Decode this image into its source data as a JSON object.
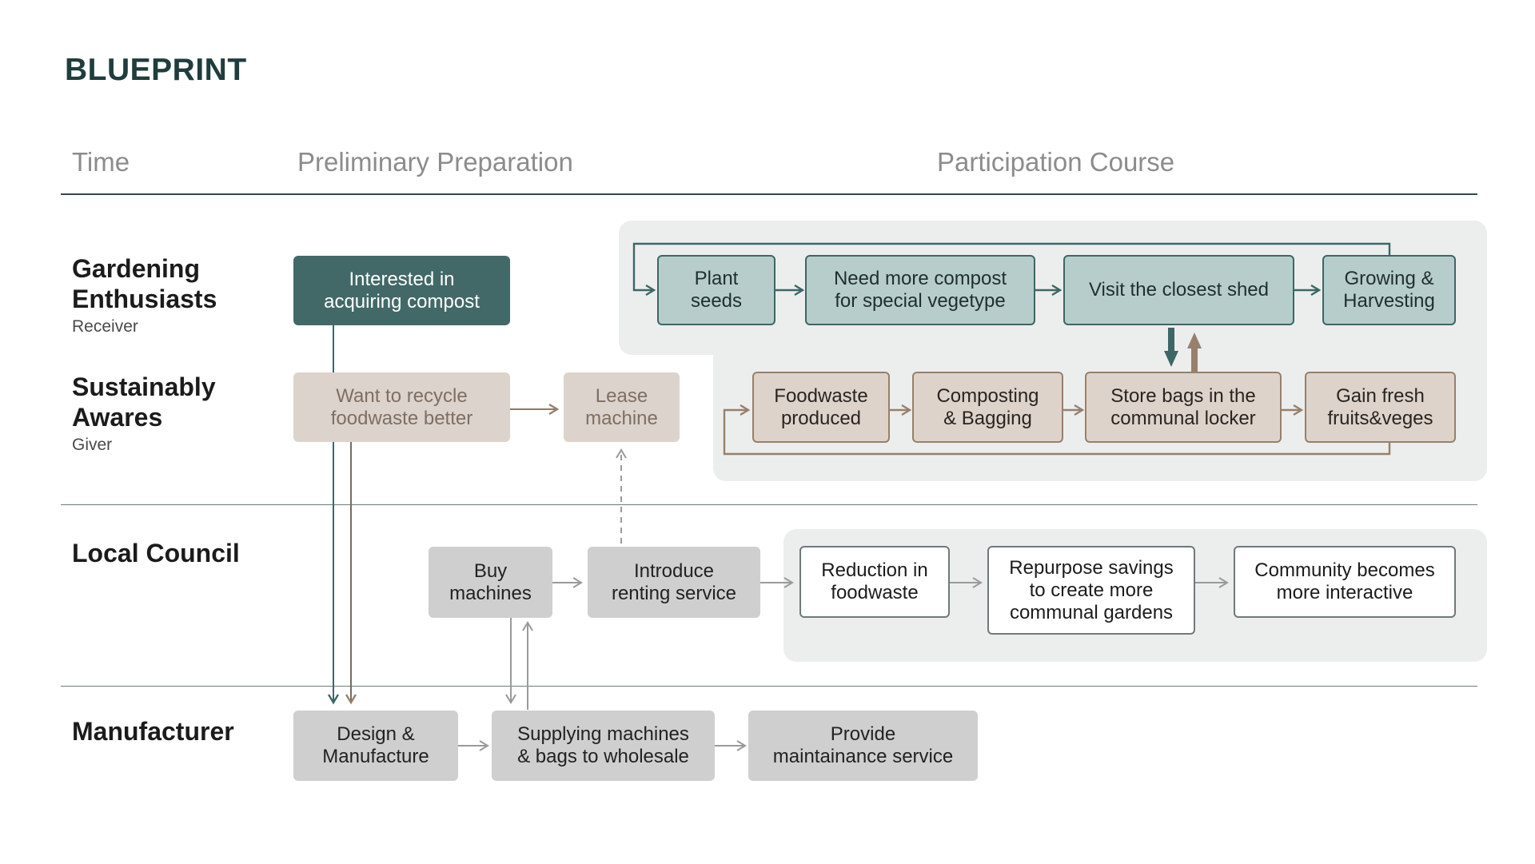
{
  "title": "BLUEPRINT",
  "headers": {
    "time": "Time",
    "preliminary": "Preliminary Preparation",
    "participation": "Participation Course"
  },
  "actors": [
    {
      "name_line1": "Gardening",
      "name_line2": "Enthusiasts",
      "role": "Receiver"
    },
    {
      "name_line1": "Sustainably",
      "name_line2": "Awares",
      "role": "Giver"
    },
    {
      "name_line1": "Local Council",
      "name_line2": "",
      "role": ""
    },
    {
      "name_line1": "Manufacturer",
      "name_line2": "",
      "role": ""
    }
  ],
  "nodes": {
    "interested": {
      "l1": "Interested in",
      "l2": "acquiring compost"
    },
    "plant_seeds": {
      "l1": "Plant",
      "l2": "seeds"
    },
    "need_compost": {
      "l1": "Need more compost",
      "l2": "for special vegetype"
    },
    "visit_shed": {
      "l1": "Visit the closest shed",
      "l2": ""
    },
    "growing": {
      "l1": "Growing &",
      "l2": "Harvesting"
    },
    "recycle": {
      "l1": "Want to recycle",
      "l2": "foodwaste better"
    },
    "lease": {
      "l1": "Lease",
      "l2": "machine"
    },
    "foodwaste": {
      "l1": "Foodwaste",
      "l2": "produced"
    },
    "composting": {
      "l1": "Composting",
      "l2": "& Bagging"
    },
    "store_bags": {
      "l1": "Store bags in the",
      "l2": "communal locker"
    },
    "gain_fresh": {
      "l1": "Gain fresh",
      "l2": "fruits&veges"
    },
    "buy": {
      "l1": "Buy",
      "l2": "machines"
    },
    "introduce": {
      "l1": "Introduce",
      "l2": "renting service"
    },
    "reduction": {
      "l1": "Reduction in",
      "l2": "foodwaste"
    },
    "repurpose": {
      "l1": "Repurpose savings",
      "l2": "to create more",
      "l3": "communal gardens"
    },
    "community": {
      "l1": "Community becomes",
      "l2": "more interactive"
    },
    "design": {
      "l1": "Design &",
      "l2": "Manufacture"
    },
    "supplying": {
      "l1": "Supplying machines",
      "l2": "& bags to wholesale"
    },
    "provide": {
      "l1": "Provide",
      "l2": "maintainance service"
    }
  },
  "colors": {
    "teal_line": "#3c6766",
    "brown_line": "#97806d",
    "gray_line": "#9a9a9a"
  }
}
